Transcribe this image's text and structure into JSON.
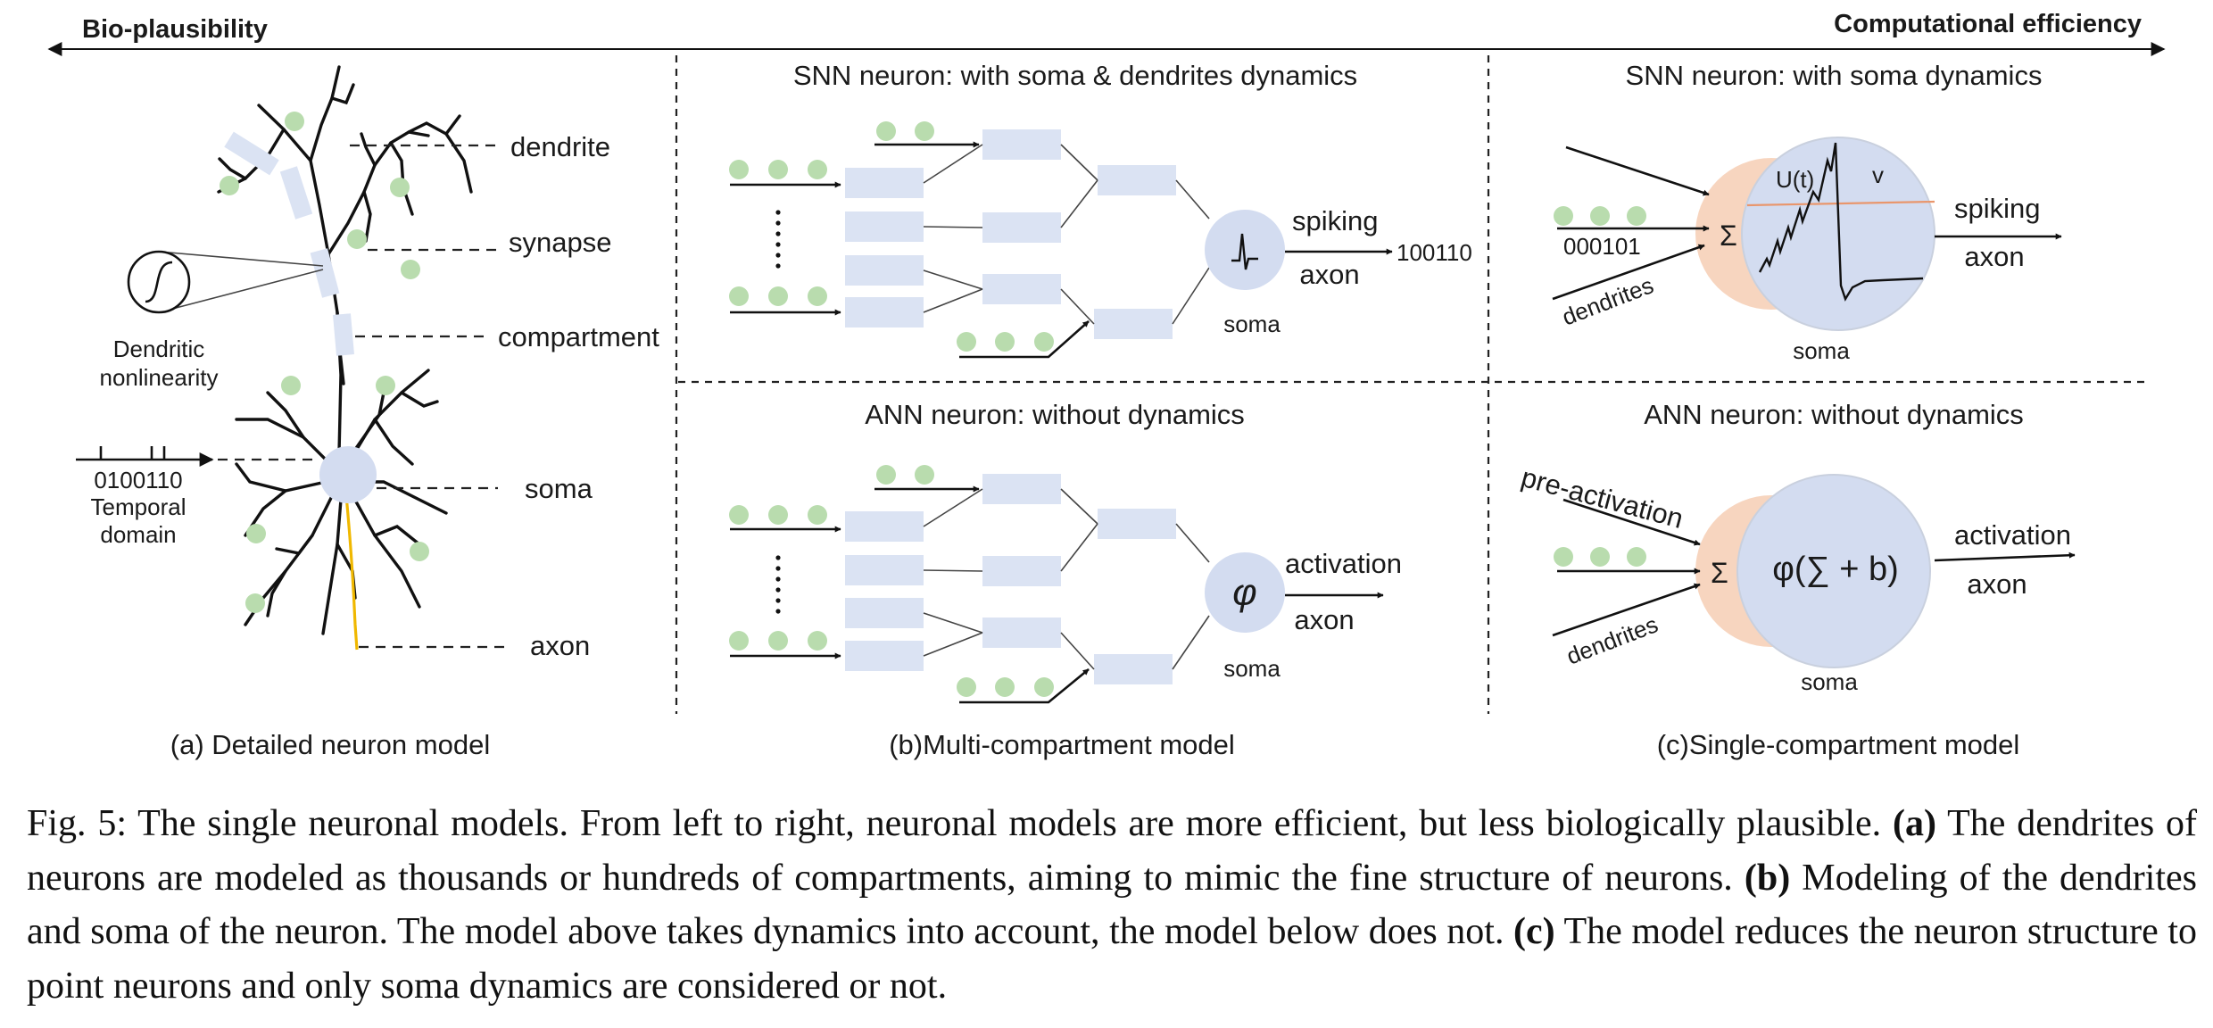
{
  "header": {
    "left_label": "Bio-plausibility",
    "right_label": "Computational efficiency"
  },
  "panel_a": {
    "labels": {
      "dendrite": "dendrite",
      "synapse": "synapse",
      "compartment": "compartment",
      "soma": "soma",
      "axon": "axon"
    },
    "inset_line1": "Dendritic",
    "inset_line2": "nonlinearity",
    "spike_code": "0100110",
    "temporal_line1": "Temporal",
    "temporal_line2": "domain",
    "caption": "(a) Detailed neuron model"
  },
  "panel_b": {
    "top_title": "SNN neuron: with soma & dendrites dynamics",
    "top_output_label": "spiking",
    "top_axon": "axon",
    "top_output_code": "100110",
    "top_soma": "soma",
    "bottom_title": "ANN neuron: without dynamics",
    "bottom_symbol": "φ",
    "bottom_output_label": "activation",
    "bottom_axon": "axon",
    "bottom_soma": "soma",
    "caption": "(b)Multi-compartment model"
  },
  "panel_c": {
    "top_title": "SNN neuron: with soma dynamics",
    "sum_symbol": "Σ",
    "input_code": "000101",
    "dendrites": "dendrites",
    "potential_label": "U(t)",
    "threshold_label": "v",
    "top_output_label": "spiking",
    "top_axon": "axon",
    "top_soma": "soma",
    "bottom_title": "ANN neuron: without dynamics",
    "pre_activation": "pre-activation",
    "formula": "φ(∑ + b)",
    "bottom_dendrites": "dendrites",
    "bottom_output_label": "activation",
    "bottom_axon": "axon",
    "bottom_soma": "soma",
    "caption": "(c)Single-compartment model"
  },
  "caption": {
    "fig_label": "Fig. 5:",
    "intro": "The single neuronal models. From left to right, neuronal models are more efficient, but less biologically plausible.",
    "a_tag": "(a)",
    "a_text": "The dendrites of neurons are modeled as thousands or hundreds of compartments, aiming to mimic the fine structure of neurons.",
    "b_tag": "(b)",
    "b_text": "Modeling of the dendrites and soma of the neuron. The model above takes dynamics into account, the model below does not.",
    "c_tag": "(c)",
    "c_text": "The model reduces the neuron structure to point neurons and only soma dynamics are considered or not."
  },
  "colors": {
    "dot_green": "#b9dcae",
    "box_blue": "#dbe3f3",
    "soma_blue": "#d3dcf0",
    "sum_peach": "#f7d5bf",
    "axon_yellow": "#f0b800",
    "threshold_line": "#e9966c"
  }
}
